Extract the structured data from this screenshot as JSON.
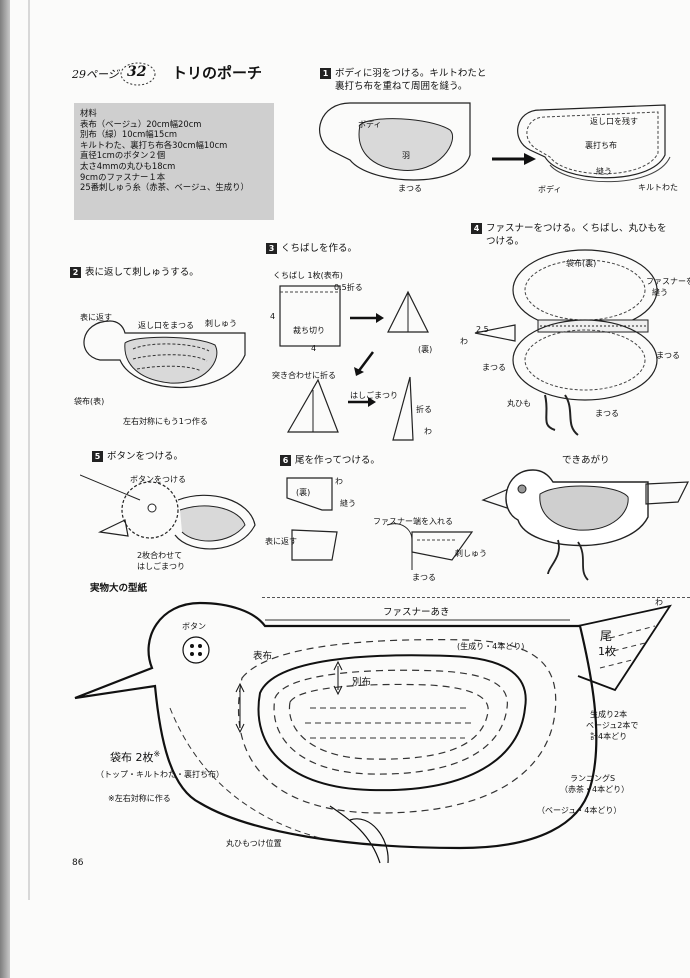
{
  "header": {
    "ref_page": "29ページ",
    "project_number": "32",
    "title": "トリのポーチ"
  },
  "materials": {
    "heading": "材料",
    "lines": [
      "表布（ベージュ）20cm幅20cm",
      "別布（緑）10cm幅15cm",
      "キルトわた、裏打ち布各30cm幅10cm",
      "直径1cmのボタン２個",
      "太さ4mmの丸ひも18cm",
      "9cmのファスナー１本",
      "25番刺しゅう糸（赤茶、ベージュ、生成り）"
    ]
  },
  "steps": {
    "s1": {
      "num": "1",
      "text1": "ボディに羽をつける。キルトわたと",
      "text2": "裏打ち布を重ねて周囲を縫う。"
    },
    "s2": {
      "num": "2",
      "text": "表に返して刺しゅうする。"
    },
    "s3": {
      "num": "3",
      "text": "くちばしを作る。"
    },
    "s4": {
      "num": "4",
      "text1": "ファスナーをつける。くちばし、丸ひもを",
      "text2": "つける。"
    },
    "s5": {
      "num": "5",
      "text": "ボタンをつける。"
    },
    "s6": {
      "num": "6",
      "text": "尾を作ってつける。"
    }
  },
  "labels": {
    "s1_body": "ボディ",
    "s1_wing": "羽",
    "s1_sew": "まつる",
    "s1_leave": "返し口を残す",
    "s1_backing": "裏打ち布",
    "s1_seam": "縫う",
    "s1_body2": "ボディ",
    "s1_quilt": "キルトわた",
    "s2_turn": "表に返す",
    "s2_opening": "返し口をまつる",
    "s2_embroidery": "刺しゅう",
    "s2_bag": "袋布(表)",
    "s2_note": "左右対称にもう1つ作る",
    "s3_beak": "くちばし 1枚(表布)",
    "s3_fold": "0.5折る",
    "s3_size4a": "4",
    "s3_size4b": "4",
    "s3_bias": "裁ち切り",
    "s3_back": "(裏)",
    "s3_butt": "突き合わせに折る",
    "s3_edge": "はしごまつり",
    "s3_fold2": "折る",
    "s3_wa": "わ",
    "s4_bag": "袋布(裏)",
    "s4_zip": "ファスナーを",
    "s4_zip2": "縫う",
    "s4_sew": "まつる",
    "s4_25": "2.5",
    "s4_wa": "わ",
    "s4_sew2": "まつる",
    "s4_cord": "丸ひも",
    "s4_sew3": "まつる",
    "s5_btn": "ボタンをつける",
    "s5_note1": "2枚合わせて",
    "s5_note2": "はしごまつり",
    "s6_wa": "わ",
    "s6_back": "(裏)",
    "s6_seam": "縫う",
    "s6_turn": "表に返す",
    "s6_zip": "ファスナー端を入れる",
    "s6_emb": "刺しゅう",
    "s6_sew": "まつる",
    "done": "できあがり"
  },
  "pattern": {
    "heading": "実物大の型紙",
    "zip_open": "ファスナーあき",
    "button": "ボタン",
    "main_fabric": "表布",
    "contrast": "別布",
    "natural": "(生成り・4本どり)",
    "tail1": "尾",
    "tail2": "1枚",
    "wa": "わ",
    "bag1": "袋布 2枚",
    "bag_mark": "※",
    "bag2": "（トップ・キルトわた・裏打ち布）",
    "bag3": "※左右対称に作る",
    "thread1": "生成り2本",
    "thread2": "ベージュ2本で",
    "thread3": "計4本どり",
    "running1": "ランニングS",
    "running2": "（赤茶・4本どり）",
    "beige": "（ベージュ・4本どり）",
    "cord_pos": "丸ひもつけ位置"
  },
  "footer": {
    "page_number": "86"
  }
}
